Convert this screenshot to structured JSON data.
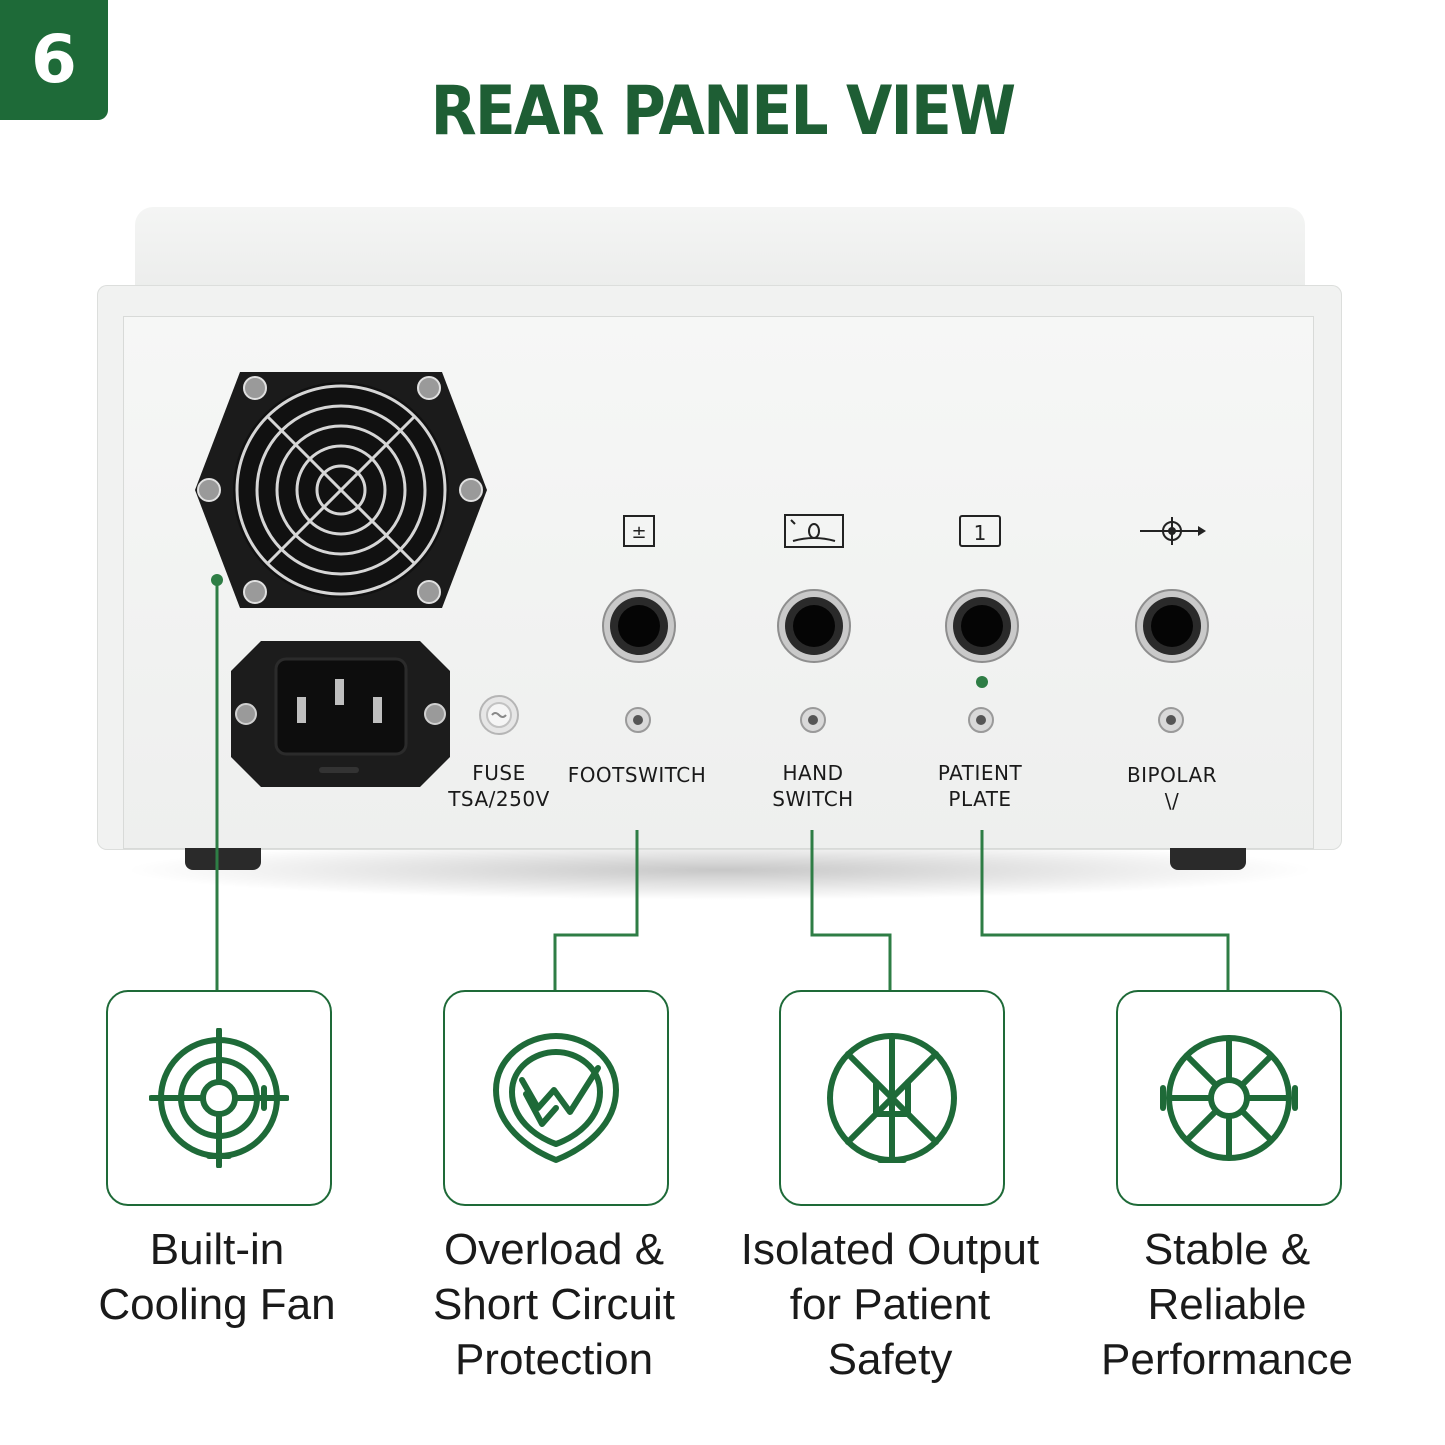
{
  "badge": {
    "number": "6"
  },
  "title": "REAR PANEL VIEW",
  "panel": {
    "fuse_label": "FUSE",
    "fuse_rating": "TSA/250V",
    "ports": [
      {
        "line1": "FOOTSWITCH",
        "line2": ""
      },
      {
        "line1": "HAND",
        "line2": "SWITCH"
      },
      {
        "line1": "PATIENT",
        "line2": "PLATE"
      },
      {
        "line1": "BIPOLAR",
        "line2": "\\/"
      }
    ],
    "symbols": {
      "footswitch": "±",
      "patient": "1"
    }
  },
  "features": [
    {
      "icon": "crosshair-fan-icon",
      "line1": "Built-in",
      "line2": "Cooling Fan",
      "line3": ""
    },
    {
      "icon": "shield-check-icon",
      "line1": "Overload &",
      "line2": "Short Circuit",
      "line3": "Protection"
    },
    {
      "icon": "isolation-circle-icon",
      "line1": "Isolated Output",
      "line2": "for Patient",
      "line3": "Safety"
    },
    {
      "icon": "wheel-icon",
      "line1": "Stable &",
      "line2": "Reliable",
      "line3": "Performance"
    }
  ],
  "colors": {
    "brand_green": "#1e6a38",
    "title_green": "#1e5e34",
    "connector_green": "#2e7d45"
  }
}
